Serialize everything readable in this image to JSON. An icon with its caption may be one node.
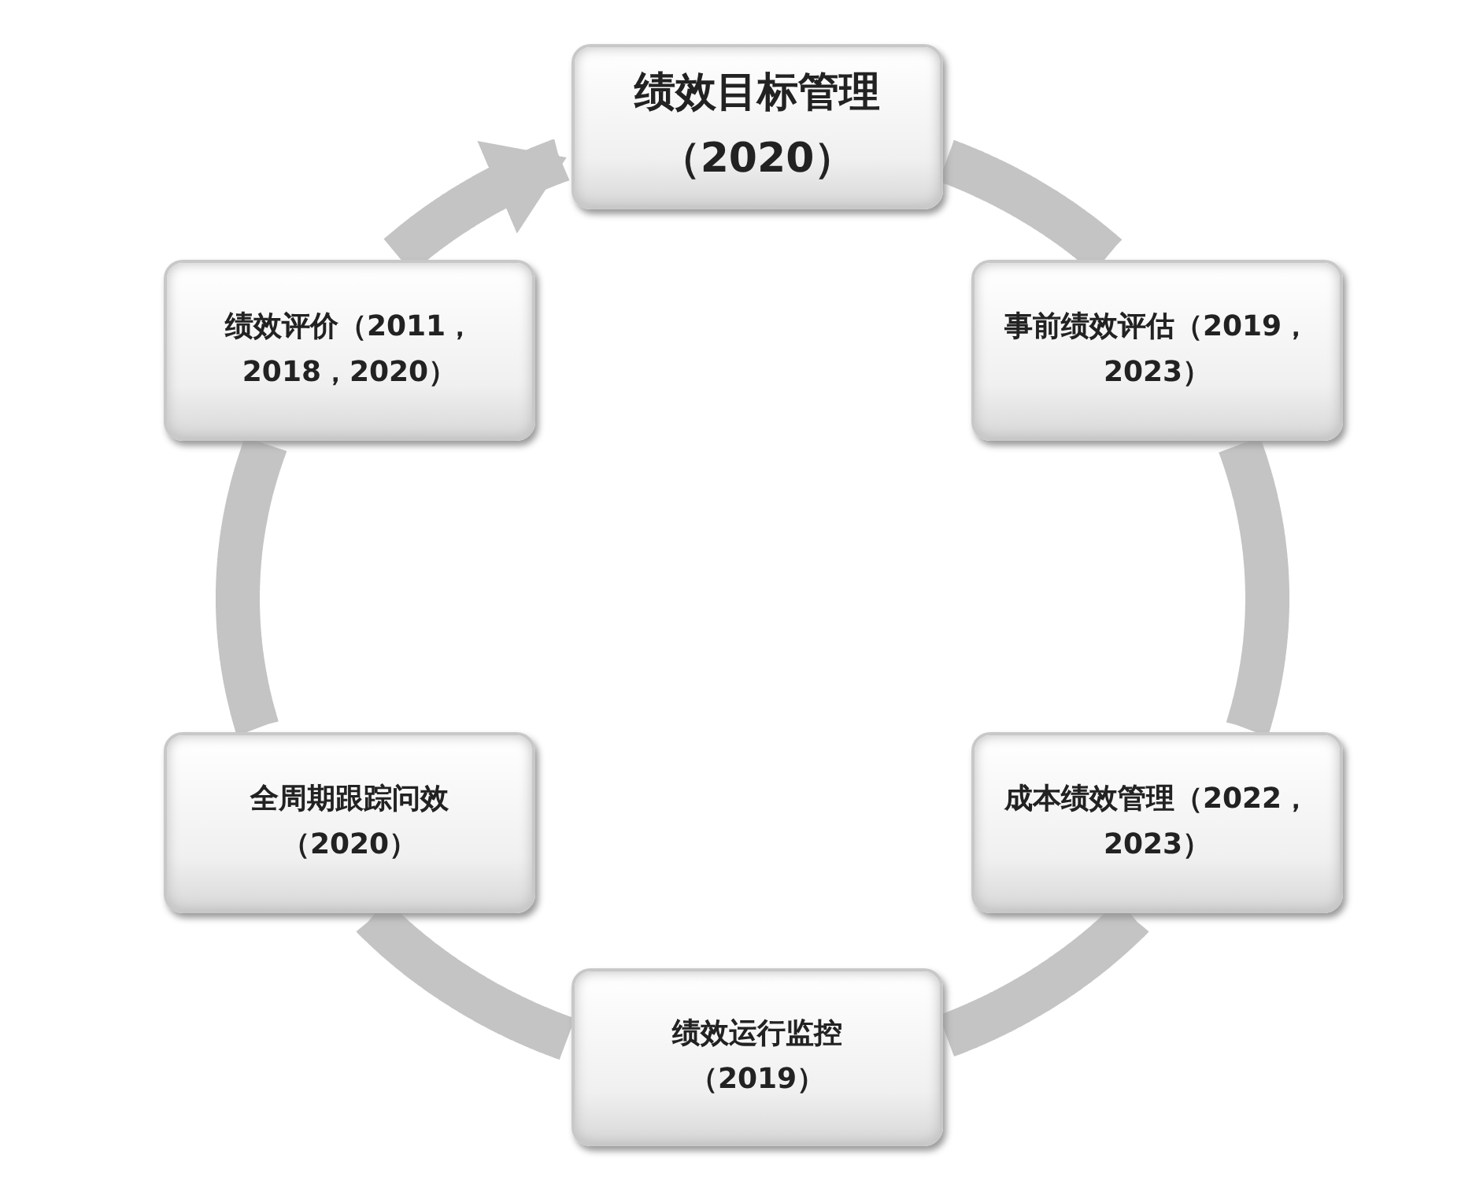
{
  "diagram": {
    "nodes": [
      {
        "text": [
          "绩效目标管理（2020）"
        ]
      },
      {
        "text": [
          "事前绩效评估（2019，2023）"
        ]
      },
      {
        "text": [
          "成本绩效管理（2022，2023）"
        ]
      },
      {
        "text": [
          "绩效运行监控（2019）"
        ]
      },
      {
        "text": [
          "全周期跟踪问效（2020）"
        ]
      },
      {
        "text": [
          "绩效评价（2011，2018，2020）"
        ]
      }
    ],
    "edges": [
      {
        "from": 0,
        "to": 1,
        "arrow": "none"
      },
      {
        "from": 1,
        "to": 2,
        "arrow": "none"
      },
      {
        "from": 2,
        "to": 3,
        "arrow": "none"
      },
      {
        "from": 3,
        "to": 4,
        "arrow": "none"
      },
      {
        "from": 4,
        "to": 5,
        "arrow": "none"
      },
      {
        "from": 5,
        "to": 0,
        "arrow": "to"
      }
    ]
  }
}
